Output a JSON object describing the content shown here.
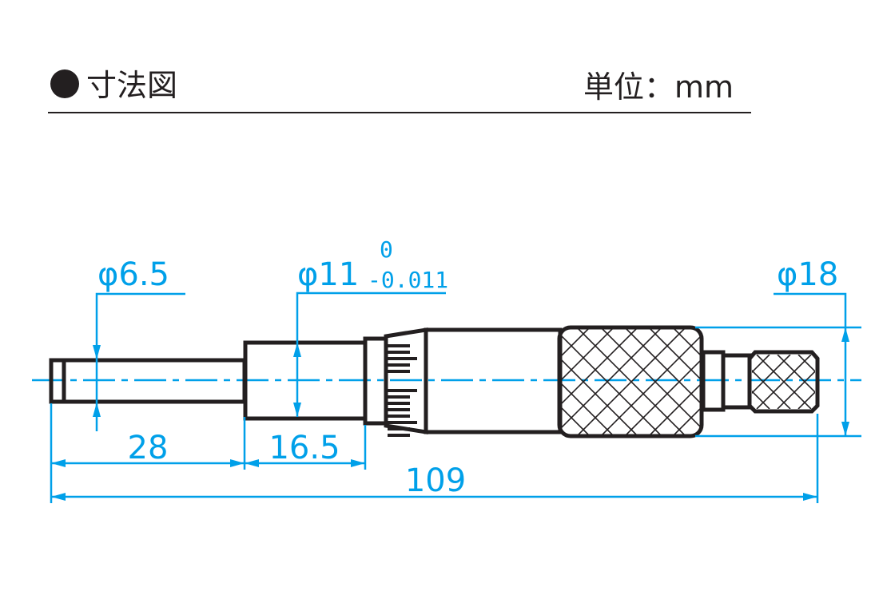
{
  "header": {
    "title": "寸法図",
    "unit": "単位：mm"
  },
  "dimensions": {
    "spindle_dia": "φ6.5",
    "sleeve_dia": "φ11",
    "sleeve_tol_upper": "0",
    "sleeve_tol_lower": "-0.011",
    "thimble_dia": "φ18",
    "spindle_len": "28",
    "sleeve_len": "16.5",
    "total_len": "109"
  },
  "colors": {
    "dimension": "#00a0e9",
    "outline": "#231f20"
  }
}
